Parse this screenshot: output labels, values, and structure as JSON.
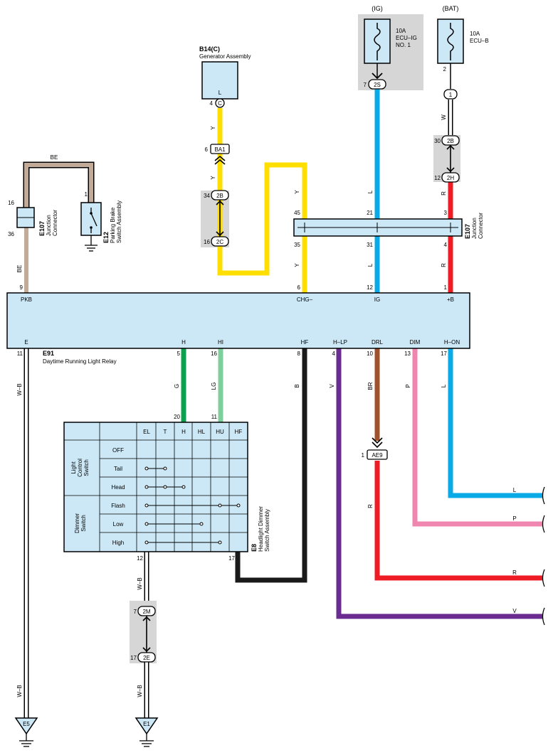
{
  "colors": {
    "Y": "#ffde00",
    "L": "#0aaae6",
    "R": "#ee1c25",
    "W": "#ffffff",
    "BE": "#c2ab98",
    "G": "#0ca14e",
    "LG": "#7fcf9e",
    "B": "#1a1a1a",
    "V": "#6a2c90",
    "BR": "#a0522d",
    "P": "#ef86b0",
    "WB": "#ffffff",
    "component_fill": "#cce8f6",
    "connector_bg": "#d6d6d6"
  },
  "supplies": {
    "ig_label": "(IG)",
    "bat_label": "(BAT)",
    "fuse_ig": [
      "10A",
      "ECU–IG",
      "NO. 1"
    ],
    "fuse_b": [
      "10A",
      "ECU–B"
    ],
    "fuse_b_pin": "2"
  },
  "generator": {
    "code": "B14(C)",
    "name": "Generator Assembly",
    "terminal": "L",
    "pin": "4",
    "conn": "C"
  },
  "connectors": {
    "ba1": {
      "pin": "6",
      "code": "BA1"
    },
    "2b_gen": {
      "pin_top": "34",
      "pin_bot": "16",
      "top": "2B",
      "bot": "2C"
    },
    "2s": {
      "pin": "7",
      "code": "2S"
    },
    "bat_1": {
      "code": "1"
    },
    "2b_bat": {
      "pin_top": "30",
      "pin_bot": "12",
      "top": "2B",
      "bot": "2H"
    },
    "ae9": {
      "pin": "1",
      "code": "AE9"
    },
    "2m": {
      "pin_top": "7",
      "pin_bot": "17",
      "top": "2M",
      "bot": "2E"
    }
  },
  "junction_left": {
    "code": "E107",
    "name": [
      "Junction",
      "Connector"
    ],
    "pin_top": "16",
    "pin_bot": "36"
  },
  "junction_right": {
    "code": "E107",
    "name": [
      "Junction",
      "Connector"
    ]
  },
  "parking_brake": {
    "code": "E12",
    "name": [
      "Parking Brake",
      "Switch Assembly"
    ],
    "pin": "1"
  },
  "junction_pins": {
    "y_top": "45",
    "y_bot": "35",
    "l_top": "21",
    "l_bot": "31",
    "r_top": "3",
    "r_bot": "4"
  },
  "wires": {
    "be_top": "BE",
    "be_left": "BE",
    "y1": "Y",
    "y2": "Y",
    "y3": "Y",
    "y4": "Y",
    "l1": "L",
    "l2": "L",
    "w1": "W",
    "r1": "R",
    "r2": "R",
    "wb1": "W–B",
    "wb2": "W–B",
    "wb3": "W–B",
    "wb4": "W–B",
    "g": "G",
    "lg": "LG",
    "b": "B",
    "v": "V",
    "br": "BR",
    "p": "P",
    "l3": "L",
    "r3": "R"
  },
  "relay": {
    "code": "E91",
    "name": "Daytime Running Light Relay",
    "top_terms": [
      "PKB",
      "CHG–",
      "IG",
      "+B"
    ],
    "top_pins": [
      "9",
      "6",
      "12",
      "1"
    ],
    "bot_terms": [
      "E",
      "H",
      "HI",
      "HF",
      "H–LP",
      "DRL",
      "DIM",
      "H–ON"
    ],
    "bot_pins": [
      "11",
      "5",
      "16",
      "8",
      "4",
      "10",
      "13",
      "17"
    ]
  },
  "headlight_switch": {
    "code": "E8",
    "name": [
      "Headlight Dimmer",
      "Switch Assembly"
    ],
    "columns": [
      "EL",
      "T",
      "H",
      "HL",
      "HU",
      "HF"
    ],
    "group1": [
      "Light",
      "Control",
      "Switch"
    ],
    "group2": [
      "Dimmer",
      "Switch"
    ],
    "rows": [
      "OFF",
      "Tail",
      "Head",
      "Flash",
      "Low",
      "High"
    ],
    "pin_h": "20",
    "pin_hi": "11",
    "pin_el": "12",
    "pin_hf": "17"
  },
  "outputs": [
    "L",
    "P",
    "R",
    "V"
  ],
  "grounds": [
    "E5",
    "E1"
  ]
}
